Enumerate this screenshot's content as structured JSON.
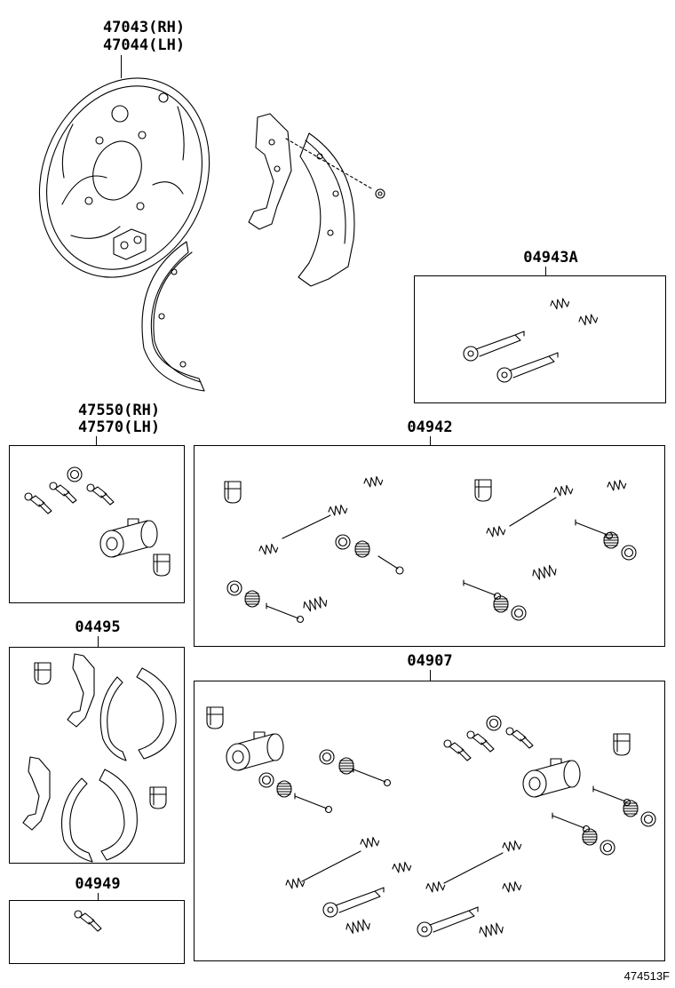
{
  "callouts": {
    "backing_plate": {
      "line1": "47043(RH)",
      "line2": "47044(LH)"
    },
    "hardware_kit_a": "04943A",
    "wheel_cylinder": {
      "line1": "47550(RH)",
      "line2": "47570(LH)"
    },
    "spring_kit": "04942",
    "shoe_kit": "04495",
    "cylinder_kit": "04907",
    "bleeder": "04949"
  },
  "figure_id": "474513F",
  "colors": {
    "line": "#000000",
    "background": "#ffffff"
  },
  "icons": [
    "backing-plate-icon",
    "brake-shoe-icon",
    "spring-icon",
    "pin-icon",
    "cup-icon",
    "wheel-cylinder-icon",
    "bleeder-screw-icon",
    "adjuster-icon"
  ]
}
